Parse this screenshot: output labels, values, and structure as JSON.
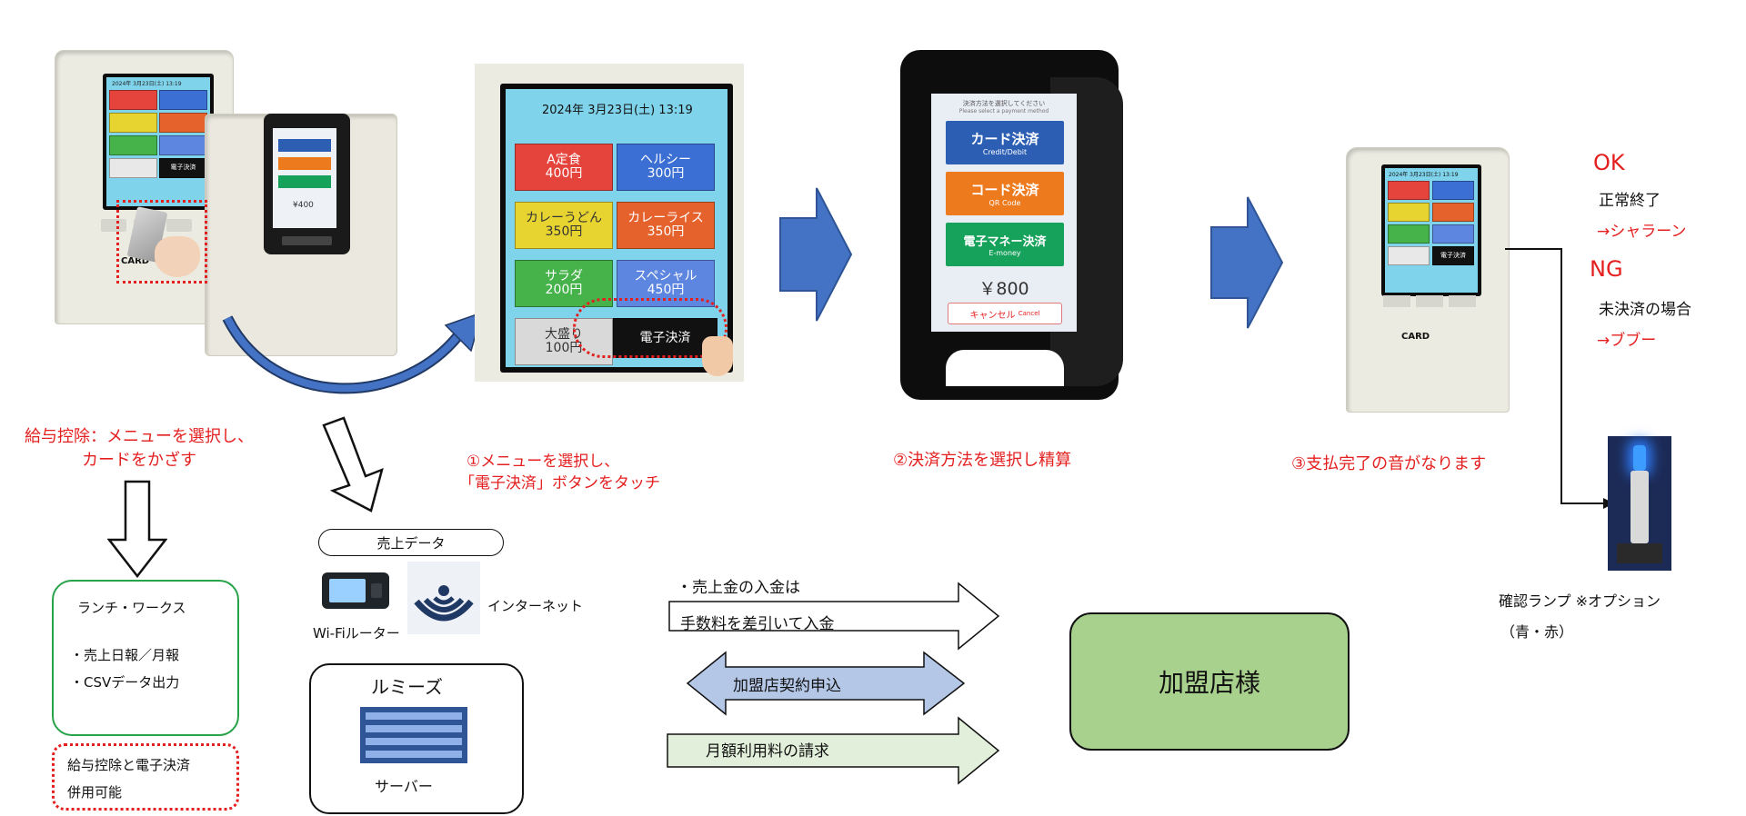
{
  "colors": {
    "accent_red": "#e41f1f",
    "arrow_blue": "#4472c4",
    "green_box": "#a9d18e",
    "green_border": "#27a34a",
    "light_blue_arrow": "#b4c7e7",
    "light_green_arrow": "#e2efda"
  },
  "step0": {
    "label_line1": "給与控除：メニューを選択し、",
    "label_line2": "カードをかざす"
  },
  "step1": {
    "label_line1": "①メニューを選択し、",
    "label_line2": "「電子決済」ボタンをタッチ"
  },
  "step2": {
    "label": "②決済方法を選択し精算"
  },
  "step3": {
    "label": "③支払完了の音がなります"
  },
  "ticket_machine": {
    "datetime": "2024年 3月23日(土) 13:19",
    "datetime_small": "2024年 3月23日(土) 13:19",
    "card_label": "CARD",
    "menu": [
      {
        "line1": "A定食",
        "line2": "400円",
        "color": "#e5443d"
      },
      {
        "line1": "ヘルシー",
        "line2": "300円",
        "color": "#3b6fd4"
      },
      {
        "line1": "カレーうどん",
        "line2": "350円",
        "color": "#e8d431"
      },
      {
        "line1": "カレーライス",
        "line2": "350円",
        "color": "#e5622d"
      },
      {
        "line1": "サラダ",
        "line2": "200円",
        "color": "#45b24a"
      },
      {
        "line1": "スペシャル",
        "line2": "450円",
        "color": "#5c86e0"
      },
      {
        "line1": "大盛り",
        "line2": "100円",
        "color": "#d9d9d9"
      }
    ],
    "epay_button": "電子決済"
  },
  "payment_terminal": {
    "header_jp": "決済方法を選択してください",
    "header_en": "Please select a payment method",
    "options": [
      {
        "jp": "カード決済",
        "en": "Credit/Debit",
        "color": "#2c5fb4",
        "icon": "card-icon"
      },
      {
        "jp": "コード決済",
        "en": "QR Code",
        "color": "#ee7a1e",
        "icon": "qr-code-icon"
      },
      {
        "jp": "電子マネー決済",
        "en": "E-money",
        "color": "#17a25b",
        "icon": "emoney-icon"
      }
    ],
    "amount": "￥800",
    "cancel_jp": "キャンセル",
    "cancel_en": "Cancel"
  },
  "small_terminal": {
    "amount": "¥400"
  },
  "result": {
    "ok": "OK",
    "ok_desc": "正常終了",
    "ok_sound": "→シャラーン",
    "ng": "NG",
    "ng_desc": "未決済の場合",
    "ng_sound": "→ブブー"
  },
  "lamp": {
    "label": "確認ランプ ※オプション",
    "colors": "（青・赤）"
  },
  "lunch_works": {
    "title": "ランチ・ワークス",
    "item1": "・売上日報／月報",
    "item2": "・CSVデータ出力"
  },
  "combined_note": {
    "line1": "給与控除と電子決済",
    "line2": "併用可能"
  },
  "sales_data": {
    "label": "売上データ"
  },
  "wifi": {
    "label": "Wi-Fiルーター"
  },
  "internet": {
    "label": "インターネット"
  },
  "server_box": {
    "title": "ルミーズ",
    "label": "サーバー"
  },
  "flows": {
    "deposit_line1": "・売上金の入金は",
    "deposit_line2": "手数料を差引いて入金",
    "contract": "加盟店契約申込",
    "monthly": "月額利用料の請求"
  },
  "merchant": {
    "label": "加盟店様"
  }
}
